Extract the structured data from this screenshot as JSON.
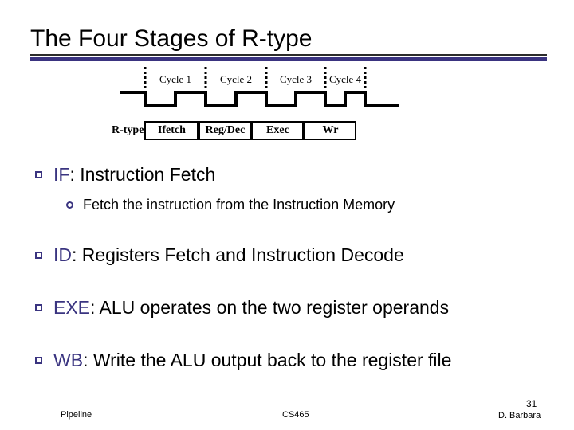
{
  "slide": {
    "title": "The Four Stages of R-type",
    "accent_color": "#3a3480",
    "rule_thin_color": "#2b2b2b",
    "text_color": "#000000",
    "background": "#ffffff"
  },
  "clock_diagram": {
    "cycle_labels": [
      "Cycle 1",
      "Cycle 2",
      "Cycle 3",
      "Cycle 4"
    ],
    "waveform": "square-clock-4-cycles",
    "separator_style": "dotted-vertical"
  },
  "stage_table": {
    "row_label": "R-type",
    "stages": [
      {
        "label": "Ifetch"
      },
      {
        "label": "Reg/Dec"
      },
      {
        "label": "Exec"
      },
      {
        "label": "Wr"
      }
    ]
  },
  "bullets": [
    {
      "marker": "square",
      "prefix": "IF",
      "separator": ": ",
      "text": "Instruction Fetch",
      "sub": {
        "marker": "circle",
        "text": "Fetch the instruction from the Instruction Memory"
      }
    },
    {
      "marker": "square",
      "prefix": "ID",
      "separator": ": ",
      "text": "Registers Fetch  and Instruction Decode"
    },
    {
      "marker": "square",
      "prefix": "EXE",
      "separator": ": ",
      "text": "ALU operates on the two register operands"
    },
    {
      "marker": "square",
      "prefix": "WB",
      "separator": ": ",
      "text": "Write the ALU output back to the register file"
    }
  ],
  "footer": {
    "left": "Pipeline",
    "center": "CS465",
    "page_number": "31",
    "author": "D. Barbara"
  }
}
